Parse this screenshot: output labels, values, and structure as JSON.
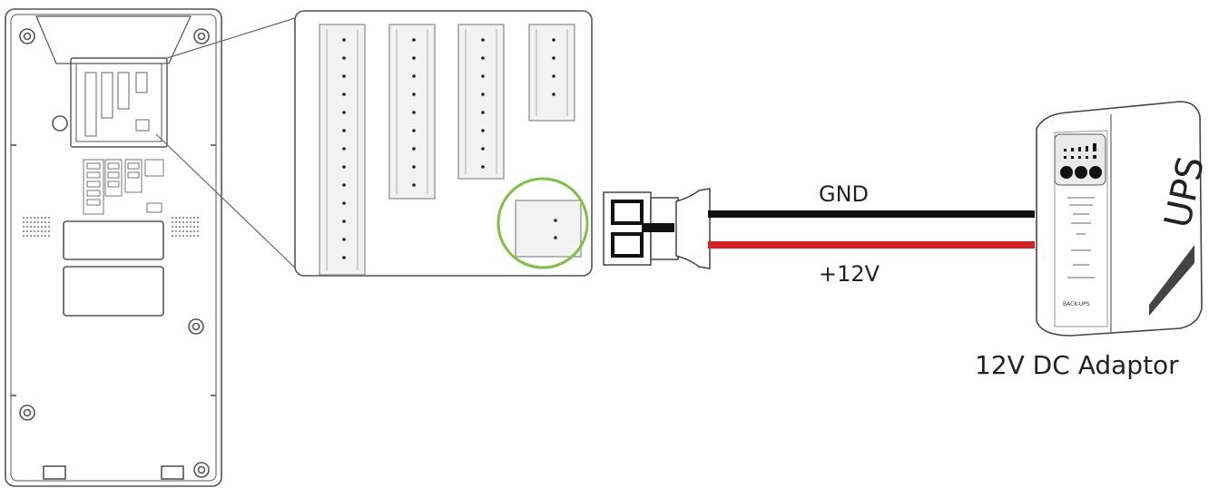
{
  "labels": {
    "gnd": "GND",
    "plus12v": "+12V",
    "adaptor": "12V DC Adaptor",
    "ups_brand": "UPS",
    "ups_model": "BACK-UPS"
  },
  "colors": {
    "outline": "#555555",
    "highlight_ring": "#7ec242",
    "gnd_wire": "#111111",
    "power_wire": "#d32027"
  },
  "icons": {
    "device": "device-back-panel-icon",
    "connector": "dc-plug-icon",
    "adaptor": "ups-adaptor-icon"
  }
}
